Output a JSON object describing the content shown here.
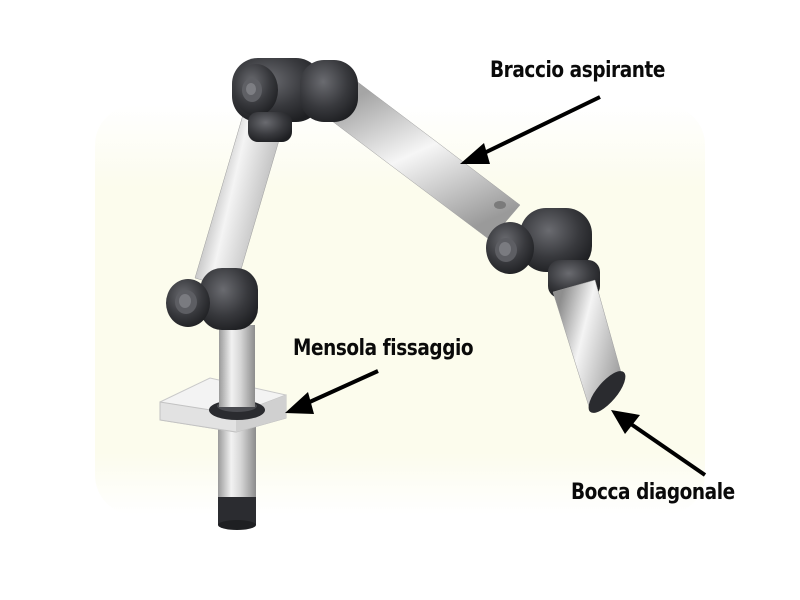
{
  "labels": {
    "arm": "Braccio aspirante",
    "bracket": "Mensola fissaggio",
    "nozzle": "Bocca diagonale"
  },
  "colors": {
    "backdrop": "#fbfbea",
    "tube": "#cfcfcf",
    "joint": "#2e2f33",
    "bracket": "#eeeeee",
    "arrow": "#000000",
    "text": "#0a0a0a"
  },
  "icons": {
    "arrow": "arrow-pointer"
  }
}
